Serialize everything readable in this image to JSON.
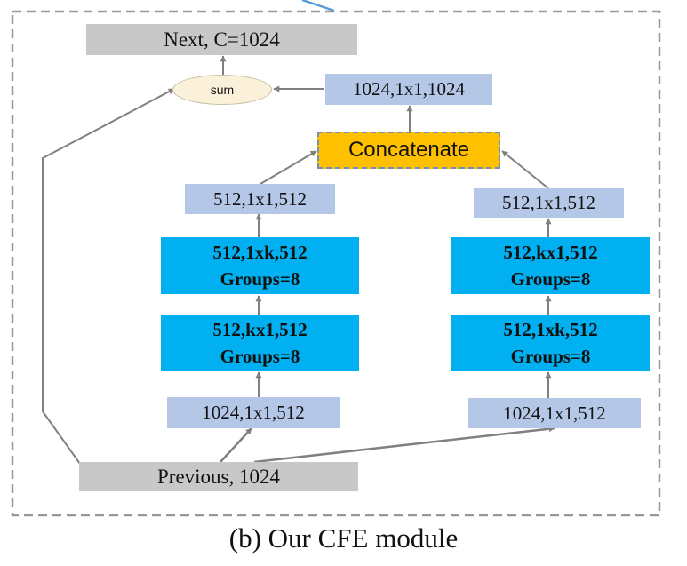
{
  "diagram": {
    "caption": "(b) Our CFE module",
    "output_label": "Next, C=1024",
    "input_label": "Previous, 1024",
    "sum_label": "sum",
    "top_conv": "1024,1x1,1024",
    "concat_label": "Concatenate",
    "left_branch": {
      "proj_in": "1024,1x1,512",
      "conv_first": [
        "512,kx1,512",
        "Groups=8"
      ],
      "conv_second": [
        "512,1xk,512",
        "Groups=8"
      ],
      "proj_out": "512,1x1,512"
    },
    "right_branch": {
      "proj_in": "1024,1x1,512",
      "conv_first": [
        "512,1xk,512",
        "Groups=8"
      ],
      "conv_second": [
        "512,kx1,512",
        "Groups=8"
      ],
      "proj_out": "512,1x1,512"
    },
    "colors": {
      "frame": "#999999",
      "arrows": "#808080",
      "io_boxes": "#c8c8c8",
      "conv_1x1": "#b4c7e7",
      "group_conv": "#00b0f0",
      "concatenate": "#ffc000",
      "sum_node": "#fbf1da"
    }
  }
}
